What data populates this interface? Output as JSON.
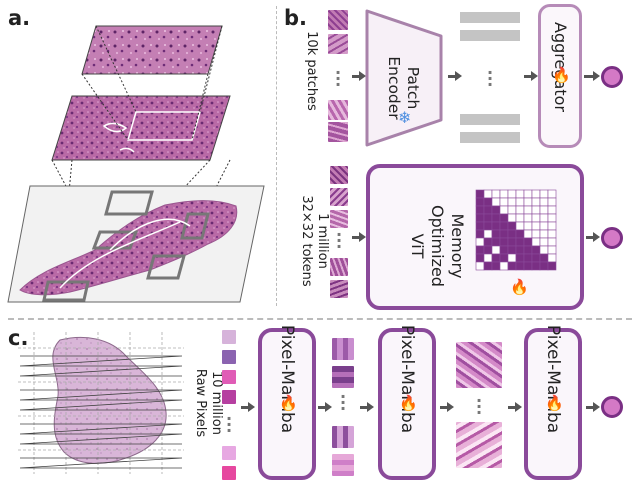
{
  "panels": {
    "a": "a.",
    "b": "b.",
    "c": "c."
  },
  "panel_b": {
    "patch_count": "10k patches",
    "patch_encoder": "Patch Encoder",
    "aggregator": "Aggregator",
    "token_count_line1": "1 million",
    "token_count_line2": "32×32 tokens",
    "memory_vit_line1": "Memory",
    "memory_vit_line2": "Optimized",
    "memory_vit_line3": "ViT"
  },
  "panel_c": {
    "pixel_count_line1": "10 million",
    "pixel_count_line2": "Raw Pixels",
    "mamba_1": "Pixel-Mamba",
    "mamba_2": "Pixel-Mamba",
    "mamba_3": "Pixel-Mamba"
  },
  "icons": {
    "frozen": "snowflake-icon",
    "trainable": "flame-icon"
  },
  "colors": {
    "purple_dark": "#7a2f84",
    "purple_border": "#8a4a9a",
    "output_fill": "#d479c6",
    "flame": "#e8402a",
    "snow": "#4f8fe0"
  }
}
